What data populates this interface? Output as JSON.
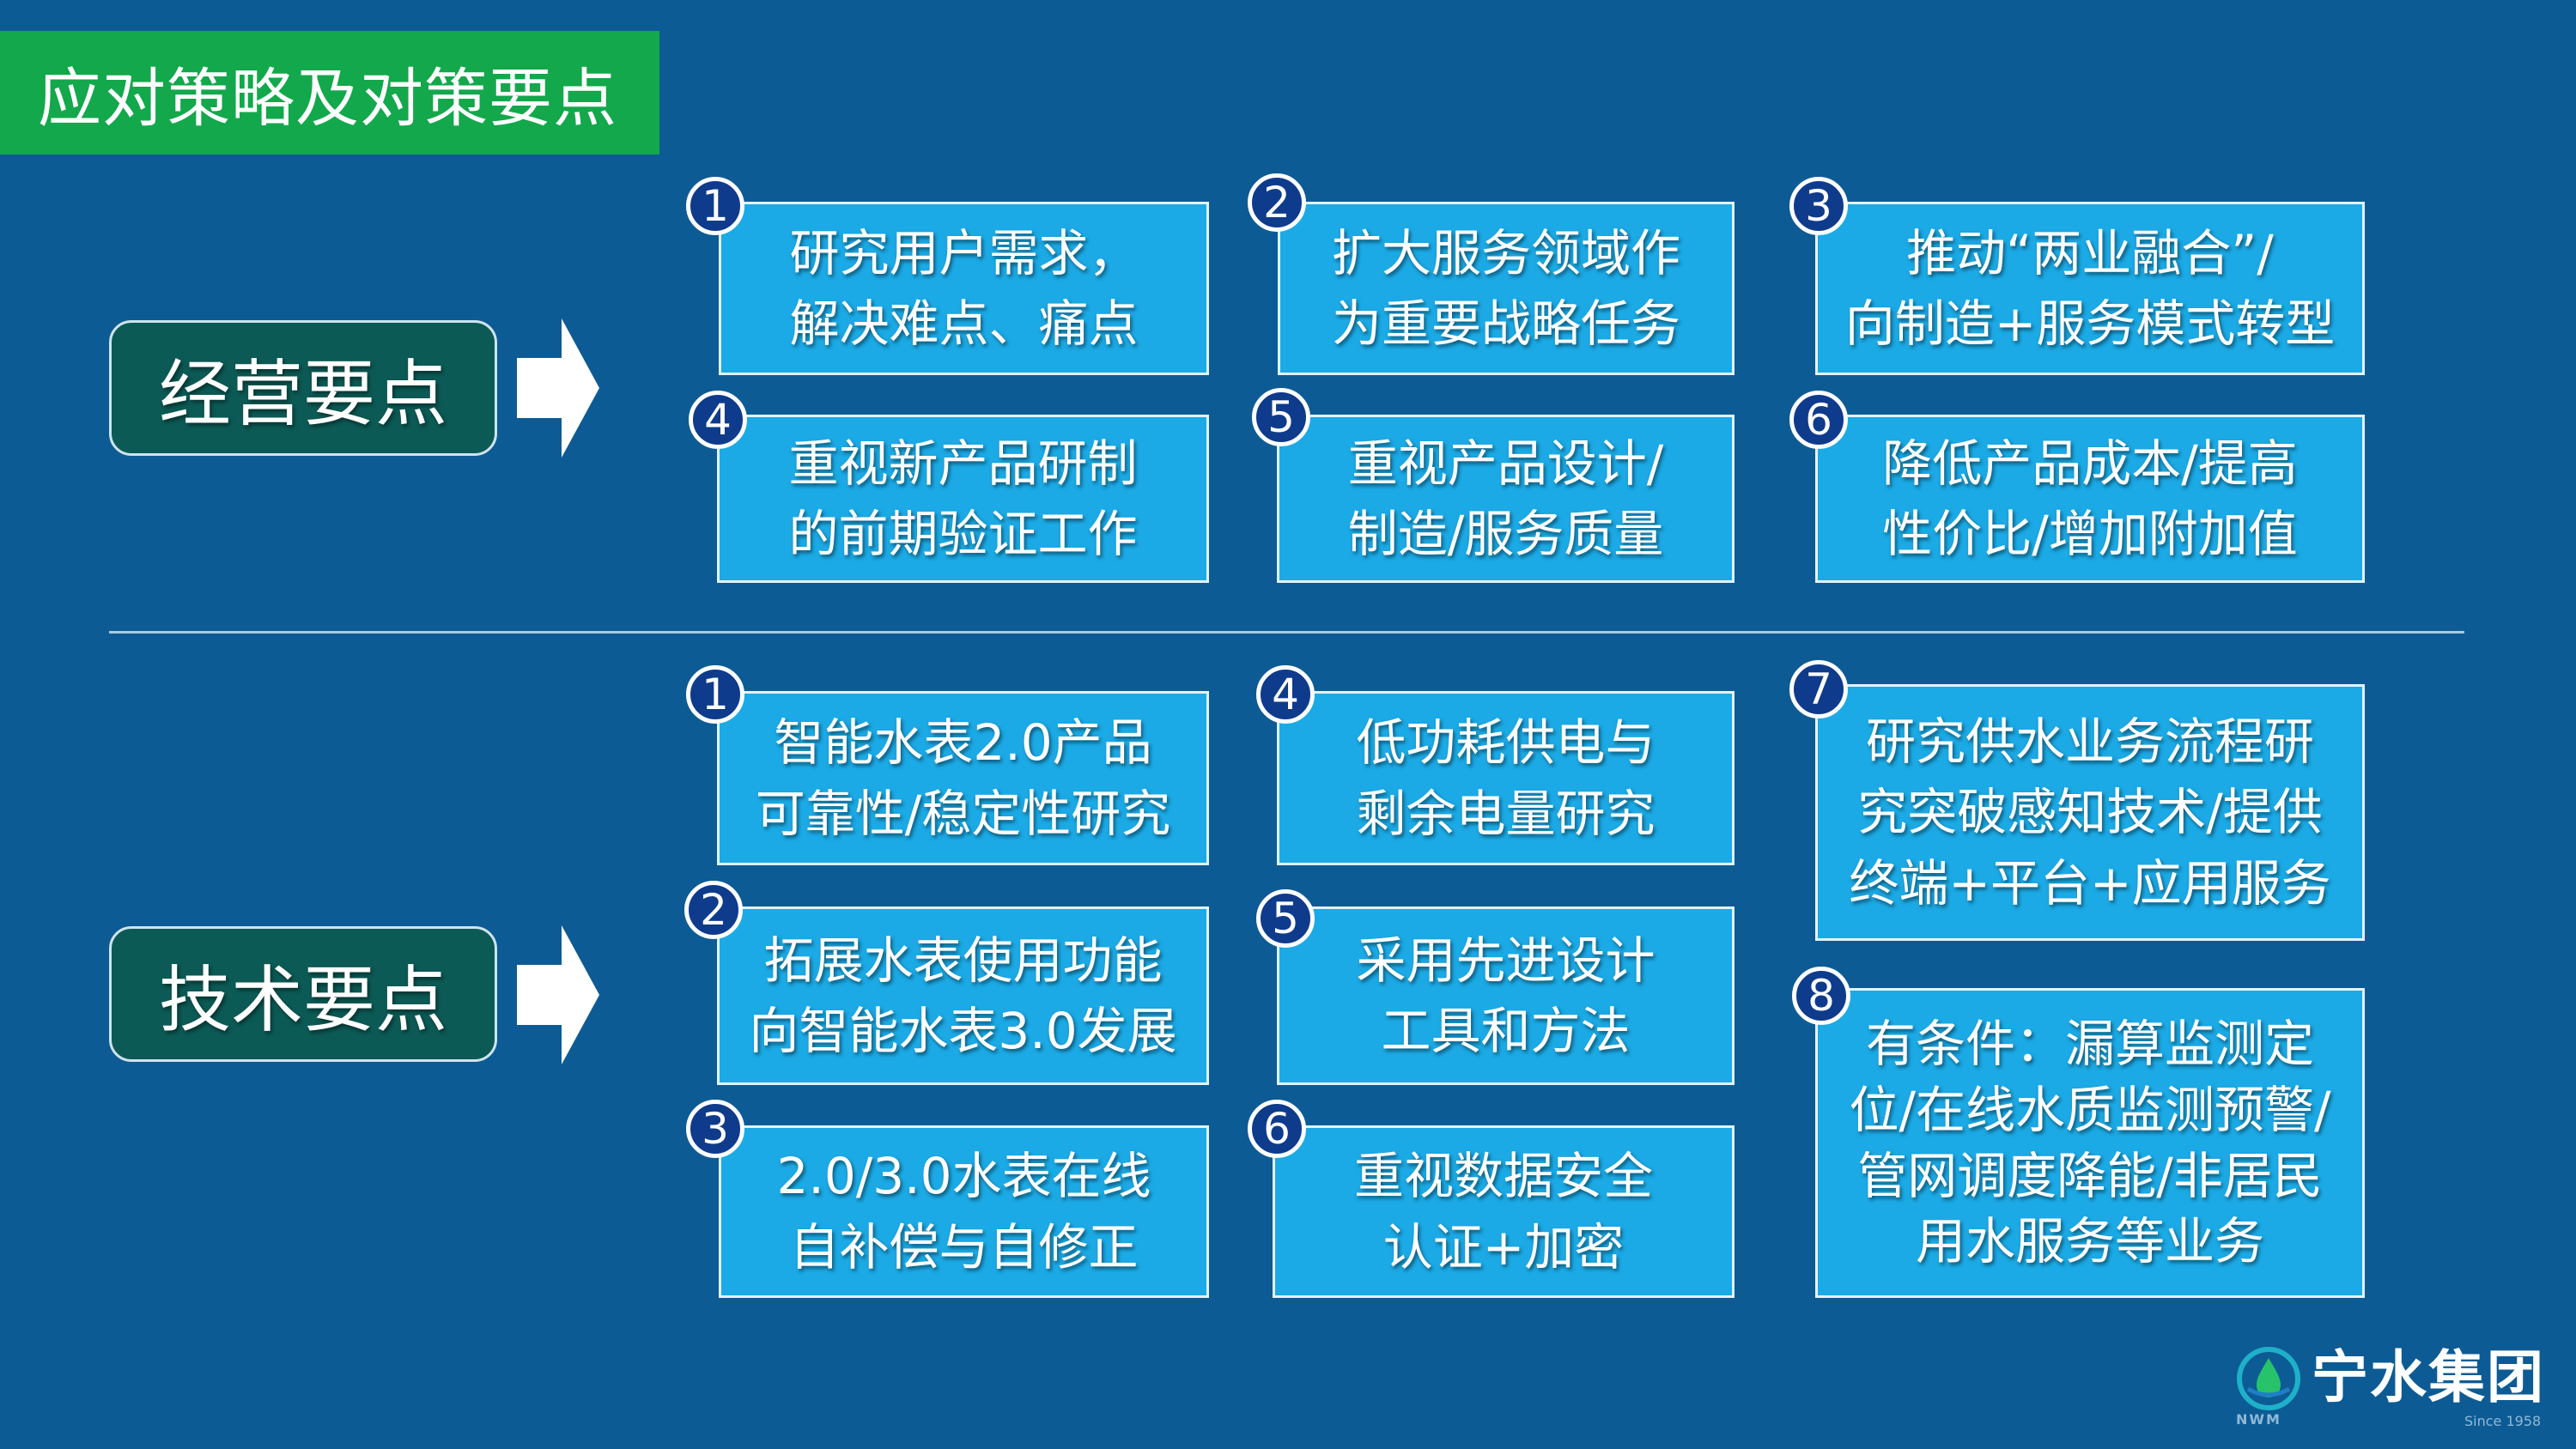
{
  "title": "应对策略及对策要点",
  "business": {
    "label": "经营要点",
    "items": [
      {
        "num": "1",
        "text": "研究用户需求，\n解决难点、痛点"
      },
      {
        "num": "2",
        "text": "扩大服务领域作\n为重要战略任务"
      },
      {
        "num": "3",
        "text": "推动“两业融合”/\n向制造+服务模式转型"
      },
      {
        "num": "4",
        "text": "重视新产品研制\n的前期验证工作"
      },
      {
        "num": "5",
        "text": "重视产品设计/\n制造/服务质量"
      },
      {
        "num": "6",
        "text": "降低产品成本/提高\n性价比/增加附加值"
      }
    ]
  },
  "technical": {
    "label": "技术要点",
    "items": [
      {
        "num": "1",
        "text": "智能水表2.0产品\n可靠性/稳定性研究"
      },
      {
        "num": "2",
        "text": "拓展水表使用功能\n向智能水表3.0发展"
      },
      {
        "num": "3",
        "text": "2.0/3.0水表在线\n自补偿与自修正"
      },
      {
        "num": "4",
        "text": "低功耗供电与\n剩余电量研究"
      },
      {
        "num": "5",
        "text": "采用先进设计\n工具和方法"
      },
      {
        "num": "6",
        "text": "重视数据安全\n认证+加密"
      },
      {
        "num": "7",
        "text": "研究供水业务流程研\n究突破感知技术/提供\n终端+平台+应用服务"
      },
      {
        "num": "8",
        "text": "有条件：漏算监测定\n位/在线水质监测预警/\n管网调度降能/非居民\n用水服务等业务"
      }
    ]
  },
  "logo": {
    "name": "宁水集团",
    "abbr": "NWM",
    "since": "Since 1958"
  },
  "colors": {
    "background": "#0d5b94",
    "title_bar": "#12a84b",
    "label_box": "#0c5a55",
    "item_box": "#1baae6",
    "badge": "#0e3b8c"
  }
}
